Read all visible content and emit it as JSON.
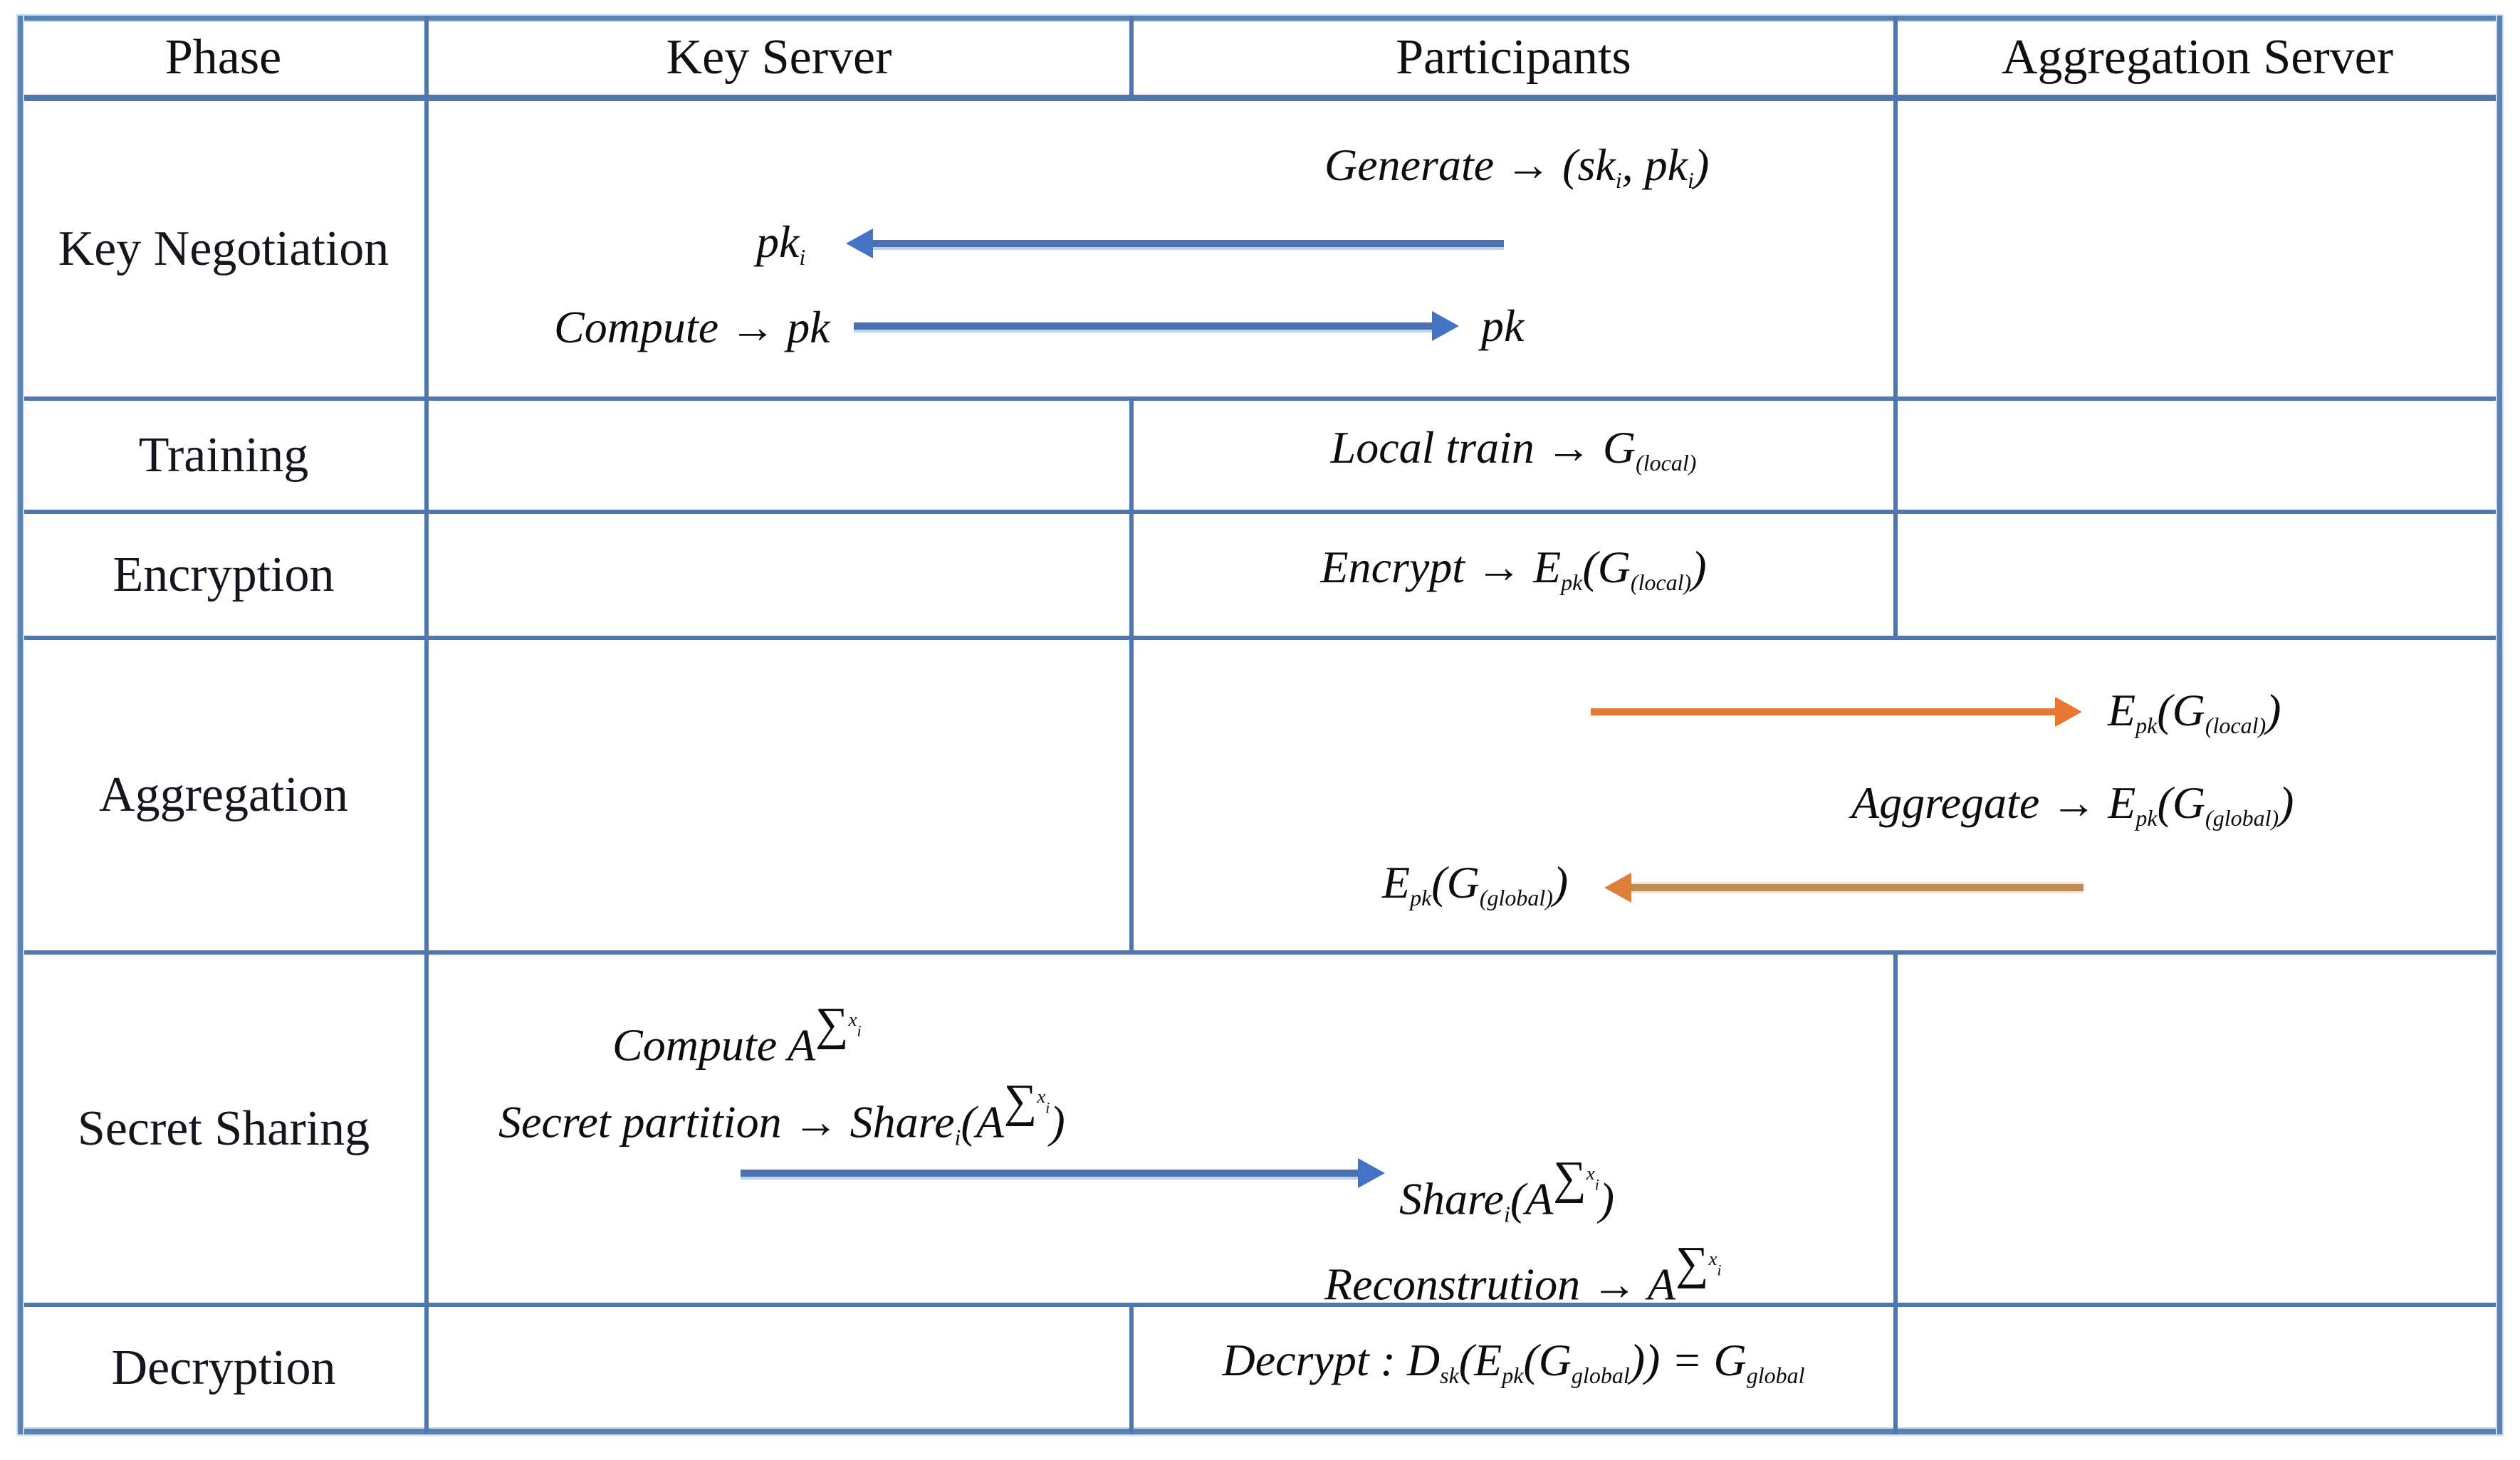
{
  "figure": {
    "type": "protocol-phase-table",
    "header": [
      "Phase",
      "Key Server",
      "Participants",
      "Aggregation Server"
    ],
    "phases": [
      "Key Negotiation",
      "Training",
      "Encryption",
      "Aggregation",
      "Secret Sharing",
      "Decryption"
    ]
  },
  "expressions": {
    "generate": [
      {
        "t": "Generate → (sk"
      },
      {
        "t": "i",
        "s": "sub"
      },
      {
        "t": ", pk"
      },
      {
        "t": "i",
        "s": "sub"
      },
      {
        "t": ")"
      }
    ],
    "pk_i": [
      {
        "t": "pk"
      },
      {
        "t": "i",
        "s": "sub"
      }
    ],
    "compute_pk": [
      {
        "t": "Compute → pk"
      }
    ],
    "pk": [
      {
        "t": "pk"
      }
    ],
    "local_train": [
      {
        "t": "Local train → G"
      },
      {
        "t": "(local)",
        "s": "sub"
      }
    ],
    "encrypt": [
      {
        "t": "Encrypt → E"
      },
      {
        "t": "pk",
        "s": "sub"
      },
      {
        "t": "(G"
      },
      {
        "t": "(local)",
        "s": "sub"
      },
      {
        "t": ")"
      }
    ],
    "epk_local": [
      {
        "t": "E"
      },
      {
        "t": "pk",
        "s": "sub"
      },
      {
        "t": "(G"
      },
      {
        "t": "(local)",
        "s": "sub"
      },
      {
        "t": ")"
      }
    ],
    "aggregate": [
      {
        "t": "Aggregate → E"
      },
      {
        "t": "pk",
        "s": "sub"
      },
      {
        "t": "(G"
      },
      {
        "t": "(global)",
        "s": "sub"
      },
      {
        "t": ")"
      }
    ],
    "epk_global": [
      {
        "t": "E"
      },
      {
        "t": "pk",
        "s": "sub"
      },
      {
        "t": "(G"
      },
      {
        "t": "(global)",
        "s": "sub"
      },
      {
        "t": ")"
      }
    ],
    "compute_a": [
      {
        "t": "Compute A"
      },
      {
        "t": "∑",
        "s": "sigma"
      },
      {
        "t": "x",
        "s": "xs"
      },
      {
        "t": "i",
        "s": "xss"
      }
    ],
    "secret_partition": [
      {
        "t": "Secret partition → Share"
      },
      {
        "t": "i",
        "s": "sub"
      },
      {
        "t": "(A"
      },
      {
        "t": "∑",
        "s": "sigma"
      },
      {
        "t": "x",
        "s": "xs"
      },
      {
        "t": "i",
        "s": "xss"
      },
      {
        "t": ")"
      }
    ],
    "share_i": [
      {
        "t": "Share"
      },
      {
        "t": "i",
        "s": "sub"
      },
      {
        "t": "(A"
      },
      {
        "t": "∑",
        "s": "sigma"
      },
      {
        "t": "x",
        "s": "xs"
      },
      {
        "t": "i",
        "s": "xss"
      },
      {
        "t": ")"
      }
    ],
    "reconstruction": [
      {
        "t": "Reconstrution → A"
      },
      {
        "t": "∑",
        "s": "sigma"
      },
      {
        "t": "x",
        "s": "xs"
      },
      {
        "t": "i",
        "s": "xss"
      }
    ],
    "decrypt": [
      {
        "t": "Decrypt : D"
      },
      {
        "t": "sk",
        "s": "sub"
      },
      {
        "t": "(E"
      },
      {
        "t": "pk",
        "s": "sub"
      },
      {
        "t": "(G"
      },
      {
        "t": "global",
        "s": "sub"
      },
      {
        "t": ")) = G"
      },
      {
        "t": "global",
        "s": "sub"
      }
    ]
  },
  "arrows": [
    {
      "name": "pki-to-keyserver",
      "direction": "left",
      "color": "#4472c4",
      "row": "Key Negotiation"
    },
    {
      "name": "pk-to-participants",
      "direction": "right",
      "color": "#4472c4",
      "row": "Key Negotiation"
    },
    {
      "name": "epk-local-to-aggserver",
      "direction": "right",
      "color": "#e8782f",
      "row": "Aggregation"
    },
    {
      "name": "epk-global-to-participants",
      "direction": "left",
      "color": "#c28a57",
      "row": "Aggregation"
    },
    {
      "name": "share-to-participants",
      "direction": "right",
      "color": "#4472c4",
      "row": "Secret Sharing"
    }
  ],
  "colors": {
    "border": "#4f76ad",
    "arrow_blue": "#4472c4",
    "arrow_orange": "#e8782f",
    "arrow_return_shaft": "#c28a57",
    "text": "#161616",
    "background": "#ffffff"
  }
}
